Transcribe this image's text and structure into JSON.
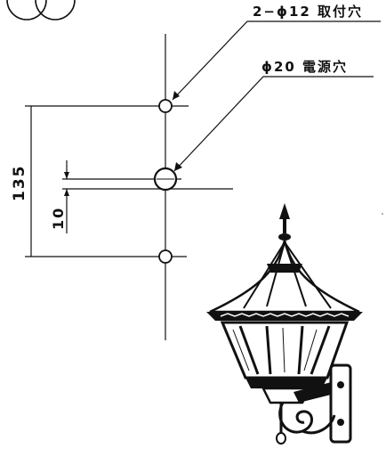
{
  "labels": {
    "mount_holes": "2−ϕ12 取付穴",
    "power_hole": "ϕ20 電源穴",
    "dim_vertical": "135",
    "dim_offset": "10"
  },
  "icons": {
    "lamp": "wall-lantern-icon"
  },
  "colors": {
    "line": "#111111",
    "background": "#ffffff"
  }
}
